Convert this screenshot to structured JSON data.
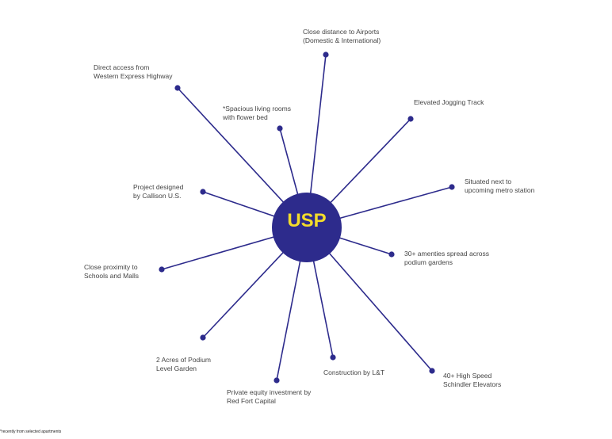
{
  "center": {
    "label": "USP",
    "color": "#2d2b8c",
    "text_color": "#f3dc2b"
  },
  "points": [
    {
      "label_lines": [
        "Close distance to Airports",
        "(Domestic & International)"
      ]
    },
    {
      "label_lines": [
        "Direct access from",
        "Western Express Highway"
      ]
    },
    {
      "label_lines": [
        "*Spacious living rooms",
        "with flower bed"
      ]
    },
    {
      "label_lines": [
        "Elevated Jogging Track"
      ]
    },
    {
      "label_lines": [
        "Situated next to",
        "upcoming metro station"
      ]
    },
    {
      "label_lines": [
        "Project designed",
        "by Callison U.S."
      ]
    },
    {
      "label_lines": [
        "30+ amenties spread across",
        "podium gardens"
      ]
    },
    {
      "label_lines": [
        "Close proximity to",
        "Schools and Malls"
      ]
    },
    {
      "label_lines": [
        "2 Acres of Podium",
        "Level Garden"
      ]
    },
    {
      "label_lines": [
        "Construction by L&T"
      ]
    },
    {
      "label_lines": [
        "Private equity investment by",
        "Red Fort Capital"
      ]
    },
    {
      "label_lines": [
        "40+ High Speed",
        "Schindler Elevators"
      ]
    }
  ],
  "footnote": "*recently from selected apartments"
}
